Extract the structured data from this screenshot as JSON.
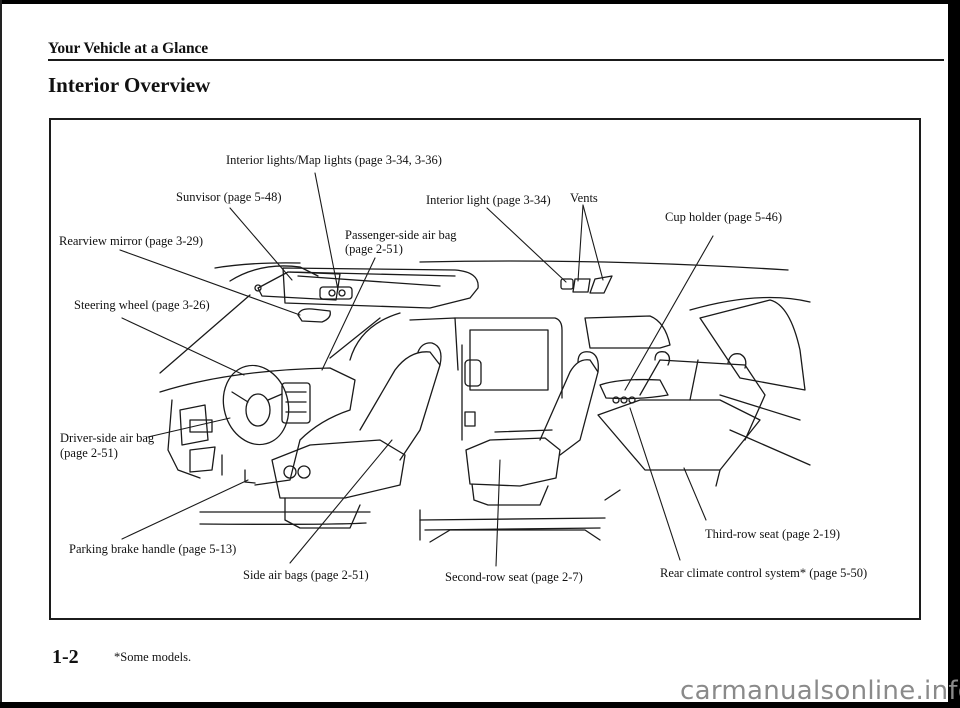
{
  "header": {
    "section": "Your Vehicle at a Glance",
    "title": "Interior Overview"
  },
  "figure": {
    "callouts": [
      {
        "id": "interior-lights-map-lights",
        "text": "Interior lights/Map lights (page 3-34, 3-36)"
      },
      {
        "id": "sunvisor",
        "text": "Sunvisor (page 5-48)"
      },
      {
        "id": "interior-light",
        "text": "Interior light (page 3-34)"
      },
      {
        "id": "vents",
        "text": "Vents"
      },
      {
        "id": "cup-holder",
        "text": "Cup holder (page 5-46)"
      },
      {
        "id": "passenger-air-bag-line1",
        "text": "Passenger-side air bag"
      },
      {
        "id": "passenger-air-bag-line2",
        "text": "(page 2-51)"
      },
      {
        "id": "rearview-mirror",
        "text": "Rearview mirror (page 3-29)"
      },
      {
        "id": "steering-wheel",
        "text": "Steering wheel (page 3-26)"
      },
      {
        "id": "driver-air-bag-line1",
        "text": "Driver-side air bag"
      },
      {
        "id": "driver-air-bag-line2",
        "text": "(page 2-51)"
      },
      {
        "id": "parking-brake",
        "text": "Parking brake handle (page 5-13)"
      },
      {
        "id": "side-air-bags",
        "text": "Side air bags (page 2-51)"
      },
      {
        "id": "second-row-seat",
        "text": "Second-row seat (page 2-7)"
      },
      {
        "id": "third-row-seat",
        "text": "Third-row seat (page 2-19)"
      },
      {
        "id": "rear-climate",
        "text": "Rear climate control system* (page 5-50)"
      }
    ]
  },
  "footer": {
    "page_number": "1-2",
    "footnote": "*Some models."
  },
  "watermark": "carmanualsonline.info"
}
